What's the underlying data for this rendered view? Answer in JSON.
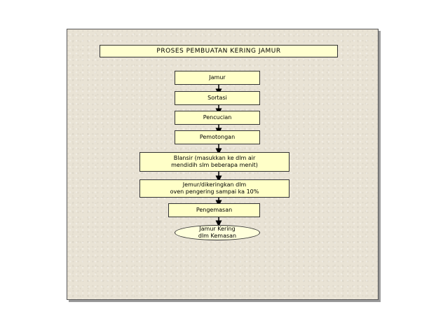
{
  "title": "PROSES PEMBUATAN KERING JAMUR",
  "steps": {
    "jamur": "Jamur",
    "sortasi": "Sortasi",
    "pencucian": "Pencucian",
    "pemotongan": "Pemotongan",
    "blansir_line1": "Blansir (masukkan ke dlm air",
    "blansir_line2": "mendidih slm beberapa menit)",
    "jemur_line1": "Jemur/dikeringkan dlm",
    "jemur_line2": "oven pengering sampai ka 10%",
    "pengemasan": "Pengemasan",
    "result_line1": "Jamur Kering",
    "result_line2": "dlm Kemasan"
  },
  "colors": {
    "panel": "#e9e3d5",
    "box_fill": "#ffffc8",
    "stroke": "#333333"
  }
}
